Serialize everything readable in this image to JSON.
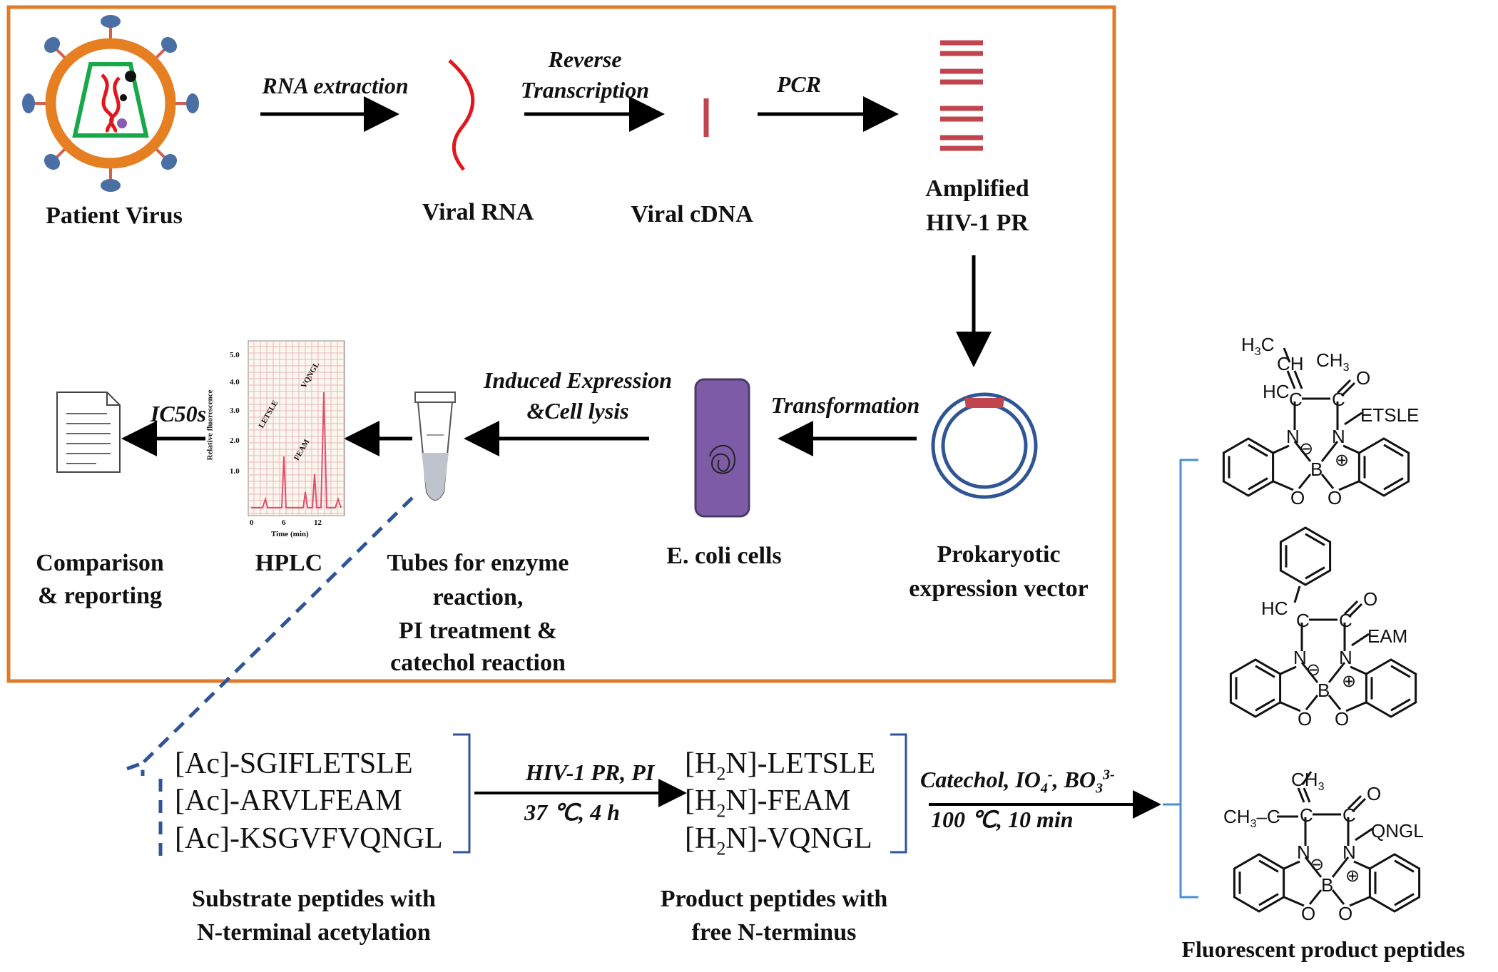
{
  "steps": {
    "patient_virus": "Patient Virus",
    "viral_rna": "Viral RNA",
    "viral_cdna": "Viral  cDNA",
    "amplified_1": "Amplified",
    "amplified_2": "HIV-1 PR",
    "vector_1": "Prokaryotic",
    "vector_2": "expression vector",
    "ecoli": "E. coli  cells",
    "tubes_1": "Tubes for enzyme",
    "tubes_2": "reaction,",
    "tubes_3": "PI treatment &",
    "tubes_4": "catechol reaction",
    "hplc": "HPLC",
    "comparison_1": "Comparison",
    "comparison_2": "& reporting"
  },
  "arrows": {
    "rna_extraction": "RNA extraction",
    "reverse_1": "Reverse",
    "reverse_2": "Transcription",
    "pcr": "PCR",
    "transformation": "Transformation",
    "induced_1": "Induced Expression",
    "induced_2": "&Cell lysis",
    "ic50": "IC50s",
    "hiv_pr": "HIV-1 PR, PI",
    "temp_time": "37 ℃, 4 h",
    "catechol_prefix": "Catechol, IO",
    "catechol_mid": ", BO",
    "catechol_time": "100  ℃, 10 min"
  },
  "hplc_chart": {
    "ylabel": "Relative fluorescence",
    "xlabel": "Time (min)",
    "yticks": [
      "5.0",
      "4.0",
      "3.0",
      "2.0",
      "1.0"
    ],
    "xticks": [
      "0",
      "6",
      "12"
    ],
    "peak_labels": [
      "LETSLE",
      "VQNGL",
      "FEAM"
    ]
  },
  "substrates": {
    "items": [
      "[Ac]-SGIFLETSLE",
      "[Ac]-ARVLFEAM",
      "[Ac]-KSGVFVQNGL"
    ],
    "caption_1": "Substrate peptides with",
    "caption_2": "N-terminal acetylation"
  },
  "products": {
    "prefix": "[H",
    "suffix_1": "N]-LETSLE",
    "suffix_2": "N]-FEAM",
    "suffix_3": "N]-VQNGL",
    "caption_1": "Product peptides with",
    "caption_2": "free N-terminus"
  },
  "fluorescent": {
    "caption": "Fluorescent product peptides",
    "m1_tail": "ETSLE",
    "m2_tail": "EAM",
    "m3_tail": "QNGL"
  },
  "colors": {
    "frame": "#e07b2a",
    "rna": "#e0181e",
    "cdna_bands": "#c0454e",
    "virus_body": "#e67e22",
    "virus_spike": "#4a6fa5",
    "capsid": "#17a84a",
    "plasmid": "#2f5597",
    "ecoli": "#7e5ba6",
    "bracket": "#4a8fd0",
    "dashed": "#2f5597"
  }
}
